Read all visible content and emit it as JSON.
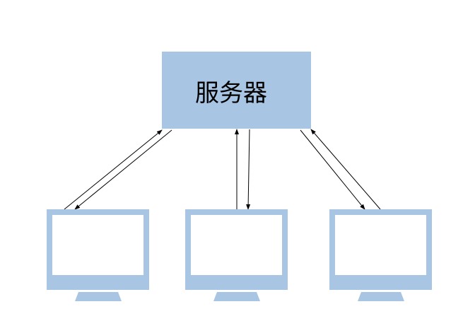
{
  "server": {
    "label": "服务器"
  },
  "colors": {
    "box_fill": "#a8c6e4",
    "screen_fill": "#ffffff",
    "arrow": "#000000",
    "background": "#ffffff"
  },
  "clients": [
    {
      "name": "client-monitor-left",
      "icon": "monitor-icon"
    },
    {
      "name": "client-monitor-middle",
      "icon": "monitor-icon"
    },
    {
      "name": "client-monitor-right",
      "icon": "monitor-icon"
    }
  ],
  "connections": [
    {
      "from": "server",
      "to": "client-monitor-left",
      "direction": "bidirectional"
    },
    {
      "from": "server",
      "to": "client-monitor-middle",
      "direction": "bidirectional"
    },
    {
      "from": "server",
      "to": "client-monitor-right",
      "direction": "bidirectional"
    }
  ]
}
